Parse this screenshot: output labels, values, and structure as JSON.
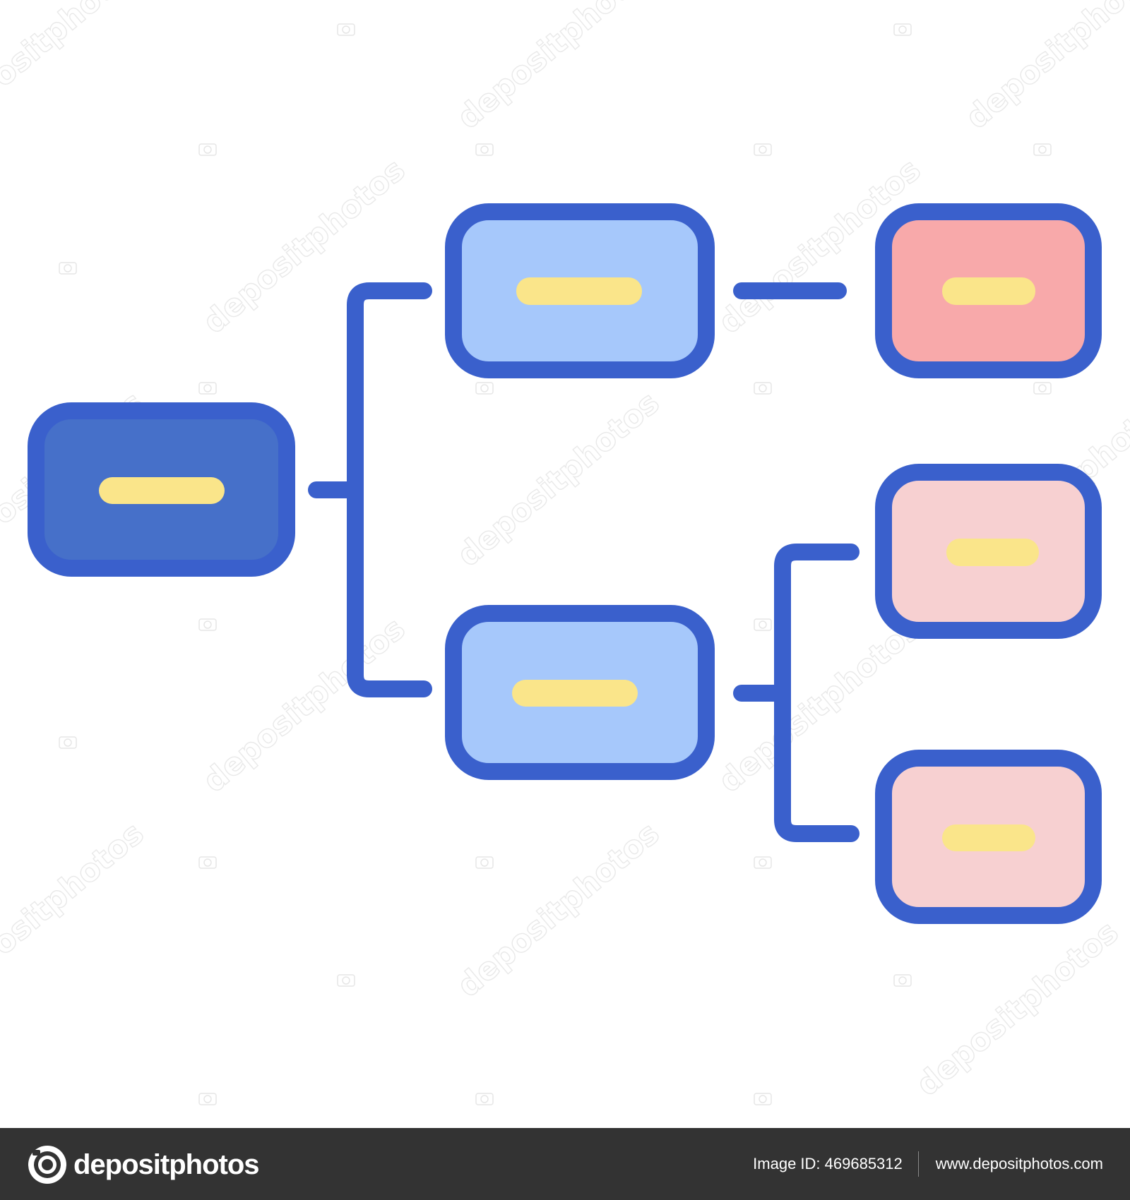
{
  "diagram": {
    "type": "tree",
    "nodes": [
      {
        "id": "root",
        "level": 0,
        "fill": "#4670c9"
      },
      {
        "id": "child-1",
        "level": 1,
        "fill": "#a6c8fb"
      },
      {
        "id": "child-2",
        "level": 1,
        "fill": "#a6c8fb"
      },
      {
        "id": "leaf-1",
        "level": 2,
        "fill": "#f8a9aa"
      },
      {
        "id": "leaf-2",
        "level": 2,
        "fill": "#f7d0d1"
      },
      {
        "id": "leaf-3",
        "level": 2,
        "fill": "#f7d0d1"
      }
    ],
    "edges": [
      {
        "from": "root",
        "to": "child-1"
      },
      {
        "from": "root",
        "to": "child-2"
      },
      {
        "from": "child-1",
        "to": "leaf-1"
      },
      {
        "from": "child-2",
        "to": "leaf-2"
      },
      {
        "from": "child-2",
        "to": "leaf-3"
      }
    ],
    "colors": {
      "outline": "#3a60cc",
      "label_placeholder": "#fae58a"
    }
  },
  "watermark": {
    "text": "depositphotos"
  },
  "footer": {
    "brand": "depositphotos",
    "image_id": "Image ID: 469685312",
    "url": "www.depositphotos.com",
    "background": "#333333"
  }
}
